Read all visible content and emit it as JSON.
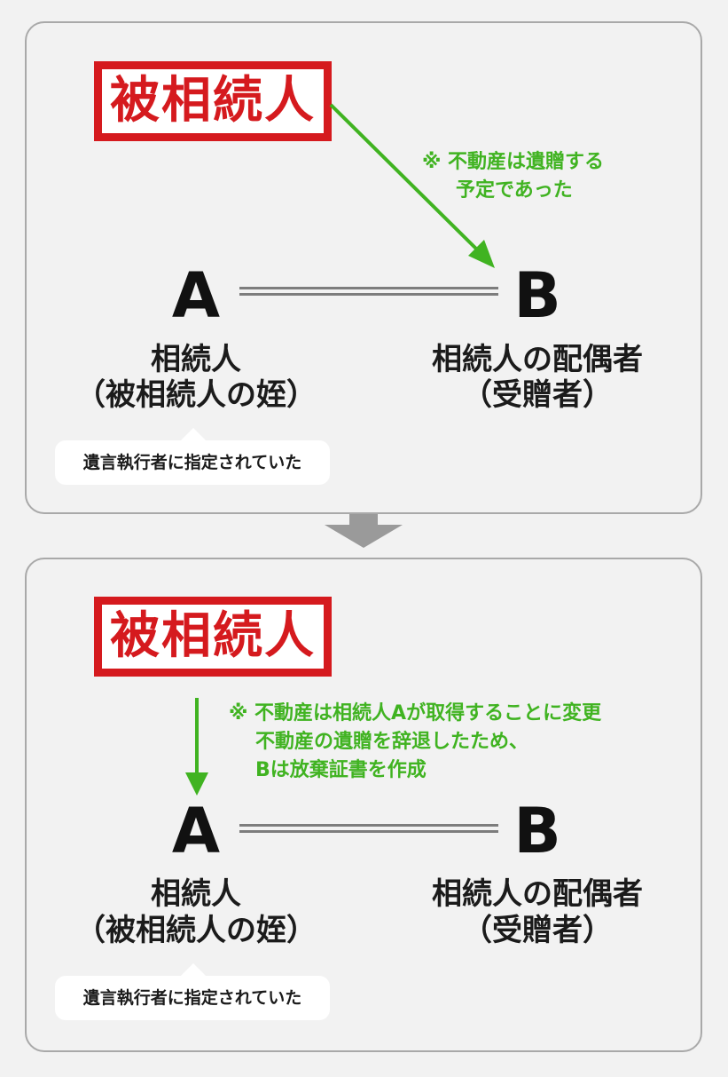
{
  "colors": {
    "decedent_red": "#d51a1e",
    "note_green": "#40b321",
    "arrow_gray": "#9a9a9a",
    "panel_border": "#a9a9a9"
  },
  "before": {
    "decedent": "被相続人",
    "note_lines": [
      "※ 不動産は遺贈する",
      "予定であった"
    ],
    "person_a": {
      "letter": "A",
      "role": "相続人",
      "detail": "（被相続人の姪）"
    },
    "person_b": {
      "letter": "B",
      "role": "相続人の配偶者",
      "detail": "（受贈者）"
    },
    "callout": "遺言執行者に指定されていた"
  },
  "after": {
    "decedent": "被相続人",
    "note_lines": [
      "※ 不動産は相続人Aが取得することに変更",
      "不動産の遺贈を辞退したため、",
      "Bは放棄証書を作成"
    ],
    "person_a": {
      "letter": "A",
      "role": "相続人",
      "detail": "（被相続人の姪）"
    },
    "person_b": {
      "letter": "B",
      "role": "相続人の配偶者",
      "detail": "（受贈者）"
    },
    "callout": "遺言執行者に指定されていた"
  }
}
